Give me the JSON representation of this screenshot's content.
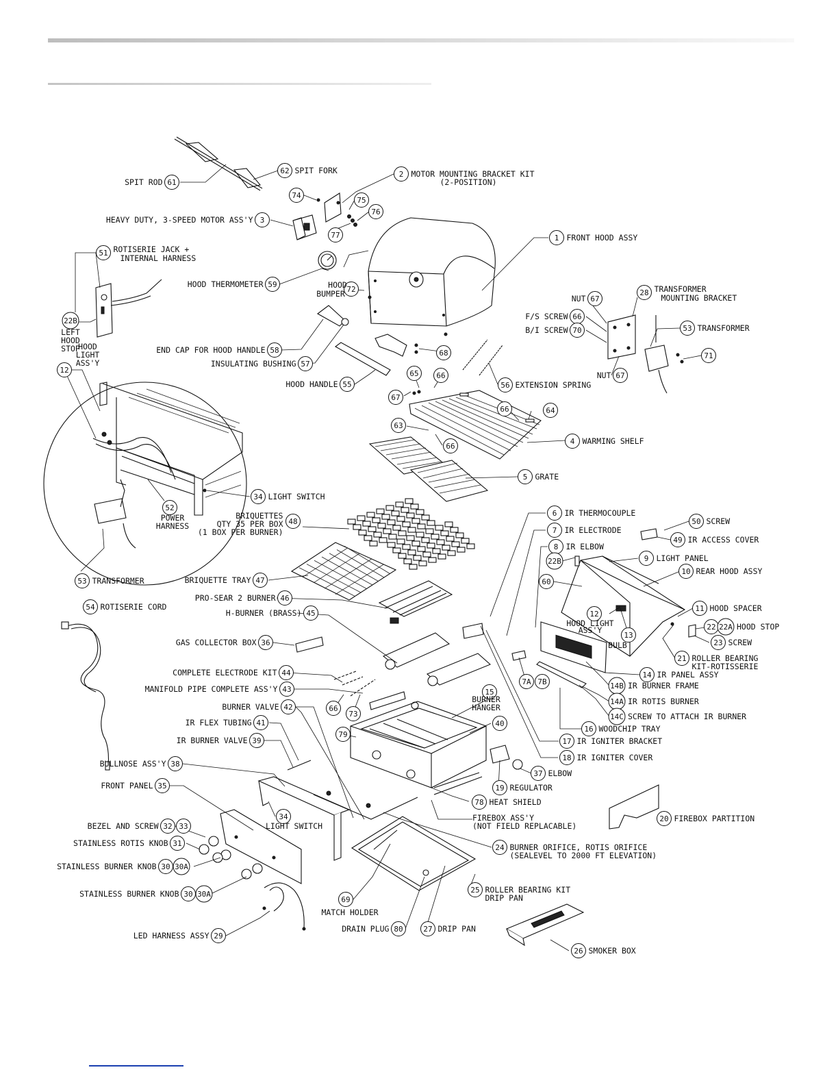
{
  "colors": {
    "rule_top": "#c8c8c8",
    "rule_second": "#d4d4d4",
    "line": "#111111",
    "footer_link": "#1a3fb0"
  },
  "callouts": [
    {
      "id": "c61",
      "num": "61",
      "label": "SPIT ROD"
    },
    {
      "id": "c62",
      "num": "62",
      "label": "SPIT FORK"
    },
    {
      "id": "c2",
      "num": "2",
      "label": "MOTOR MOUNTING BRACKET KIT",
      "label2": "(2-POSITION)"
    },
    {
      "id": "c74",
      "num": "74",
      "label": ""
    },
    {
      "id": "c75",
      "num": "75",
      "label": ""
    },
    {
      "id": "c76",
      "num": "76",
      "label": ""
    },
    {
      "id": "c77",
      "num": "77",
      "label": ""
    },
    {
      "id": "c3",
      "num": "3",
      "label": "HEAVY DUTY, 3-SPEED MOTOR ASS'Y"
    },
    {
      "id": "c1",
      "num": "1",
      "label": "FRONT HOOD ASSY"
    },
    {
      "id": "c51",
      "num": "51",
      "label": "ROTISERIE JACK +",
      "label2": "INTERNAL HARNESS"
    },
    {
      "id": "c59",
      "num": "59",
      "label": "HOOD THERMOMETER"
    },
    {
      "id": "c72",
      "num": "72",
      "label": "HOOD",
      "label2": "BUMPER"
    },
    {
      "id": "c28",
      "num": "28",
      "label": "TRANSFORMER",
      "label2": "MOUNTING BRACKET"
    },
    {
      "id": "c67a",
      "num": "67",
      "label": "NUT"
    },
    {
      "id": "c66a",
      "num": "66",
      "label": "F/S SCREW"
    },
    {
      "id": "c70",
      "num": "70",
      "label": "B/I SCREW"
    },
    {
      "id": "c53a",
      "num": "53",
      "label": "TRANSFORMER"
    },
    {
      "id": "c22b",
      "num": "22B",
      "label": "LEFT",
      "label2": "HOOD",
      "label3": "STOP"
    },
    {
      "id": "c58",
      "num": "58",
      "label": "END CAP FOR HOOD HANDLE"
    },
    {
      "id": "c57",
      "num": "57",
      "label": "INSULATING BUSHING"
    },
    {
      "id": "c68",
      "num": "68",
      "label": ""
    },
    {
      "id": "c71",
      "num": "71",
      "label": ""
    },
    {
      "id": "c67b",
      "num": "67",
      "label": "NUT"
    },
    {
      "id": "c12a",
      "num": "12",
      "label": "HOOD",
      "label2": "LIGHT",
      "label3": "ASS'Y"
    },
    {
      "id": "c55",
      "num": "55",
      "label": "HOOD HANDLE"
    },
    {
      "id": "c56",
      "num": "56",
      "label": "EXTENSION SPRING"
    },
    {
      "id": "c65",
      "num": "65",
      "label": ""
    },
    {
      "id": "c66b",
      "num": "66",
      "label": ""
    },
    {
      "id": "c67c",
      "num": "67",
      "label": ""
    },
    {
      "id": "c66c",
      "num": "66",
      "label": ""
    },
    {
      "id": "c64",
      "num": "64",
      "label": ""
    },
    {
      "id": "c63",
      "num": "63",
      "label": ""
    },
    {
      "id": "c66d",
      "num": "66",
      "label": ""
    },
    {
      "id": "c4",
      "num": "4",
      "label": "WARMING SHELF"
    },
    {
      "id": "c5",
      "num": "5",
      "label": "GRATE"
    },
    {
      "id": "c34a",
      "num": "34",
      "label": "LIGHT SWITCH"
    },
    {
      "id": "c52",
      "num": "52",
      "label": "POWER",
      "label2": "HARNESS"
    },
    {
      "id": "c48",
      "num": "48",
      "label": "BRIQUETTES",
      "label2": "QTY 35 PER BOX",
      "label3": "(1 BOX PER BURNER)"
    },
    {
      "id": "c6",
      "num": "6",
      "label": "IR THERMOCOUPLE"
    },
    {
      "id": "c50",
      "num": "50",
      "label": "SCREW"
    },
    {
      "id": "c7",
      "num": "7",
      "label": "IR ELECTRODE"
    },
    {
      "id": "c49",
      "num": "49",
      "label": "IR ACCESS COVER"
    },
    {
      "id": "c8",
      "num": "8",
      "label": "IR ELBOW"
    },
    {
      "id": "c9",
      "num": "9",
      "label": "LIGHT PANEL"
    },
    {
      "id": "c22b2",
      "num": "22B",
      "label": ""
    },
    {
      "id": "c10",
      "num": "10",
      "label": "REAR HOOD ASSY"
    },
    {
      "id": "c60",
      "num": "60",
      "label": ""
    },
    {
      "id": "c53b",
      "num": "53",
      "label": "TRANSFORMER"
    },
    {
      "id": "c47",
      "num": "47",
      "label": "BRIQUETTE TRAY"
    },
    {
      "id": "c46",
      "num": "46",
      "label": "PRO-SEAR 2 BURNER"
    },
    {
      "id": "c11",
      "num": "11",
      "label": "HOOD SPACER"
    },
    {
      "id": "c54",
      "num": "54",
      "label": "ROTISERIE CORD"
    },
    {
      "id": "c45",
      "num": "45",
      "label": "H-BURNER (BRASS)"
    },
    {
      "id": "c12b",
      "num": "12",
      "label": "HOOD LIGHT",
      "label2": "ASS'Y"
    },
    {
      "id": "c22",
      "num": "22",
      "label": ""
    },
    {
      "id": "c22a",
      "num": "22A",
      "label": "HOOD STOP"
    },
    {
      "id": "c13",
      "num": "13",
      "label": "BULB"
    },
    {
      "id": "c23",
      "num": "23",
      "label": "SCREW"
    },
    {
      "id": "c36",
      "num": "36",
      "label": "GAS COLLECTOR BOX"
    },
    {
      "id": "c21",
      "num": "21",
      "label": "ROLLER BEARING",
      "label2": "KIT-ROTISSERIE"
    },
    {
      "id": "c44",
      "num": "44",
      "label": "COMPLETE ELECTRODE KIT"
    },
    {
      "id": "c14",
      "num": "14",
      "label": "IR PANEL ASSY"
    },
    {
      "id": "c7a",
      "num": "7A",
      "label": ""
    },
    {
      "id": "c7b",
      "num": "7B",
      "label": ""
    },
    {
      "id": "c43",
      "num": "43",
      "label": "MANIFOLD PIPE COMPLETE ASS'Y"
    },
    {
      "id": "c14b",
      "num": "14B",
      "label": "IR BURNER FRAME"
    },
    {
      "id": "c15",
      "num": "15",
      "label": "BURNER",
      "label2": "HANGER"
    },
    {
      "id": "c66e",
      "num": "66",
      "label": ""
    },
    {
      "id": "c73",
      "num": "73",
      "label": ""
    },
    {
      "id": "c42",
      "num": "42",
      "label": "BURNER VALVE"
    },
    {
      "id": "c14a",
      "num": "14A",
      "label": "IR ROTIS BURNER"
    },
    {
      "id": "c14c",
      "num": "14C",
      "label": "SCREW TO ATTACH IR BURNER"
    },
    {
      "id": "c40",
      "num": "40",
      "label": ""
    },
    {
      "id": "c41",
      "num": "41",
      "label": "IR FLEX TUBING"
    },
    {
      "id": "c16",
      "num": "16",
      "label": "WOODCHIP TRAY"
    },
    {
      "id": "c79",
      "num": "79",
      "label": ""
    },
    {
      "id": "c39",
      "num": "39",
      "label": "IR BURNER VALVE"
    },
    {
      "id": "c17",
      "num": "17",
      "label": "IR IGNITER BRACKET"
    },
    {
      "id": "c38",
      "num": "38",
      "label": "BULLNOSE ASS'Y"
    },
    {
      "id": "c18",
      "num": "18",
      "label": "IR IGNITER COVER"
    },
    {
      "id": "c37",
      "num": "37",
      "label": "ELBOW"
    },
    {
      "id": "c35",
      "num": "35",
      "label": "FRONT PANEL"
    },
    {
      "id": "c19",
      "num": "19",
      "label": "REGULATOR"
    },
    {
      "id": "c78",
      "num": "78",
      "label": "HEAT SHIELD"
    },
    {
      "id": "c34b",
      "num": "34",
      "label": "LIGHT SWITCH"
    },
    {
      "id": "c20",
      "num": "20",
      "label": "FIREBOX PARTITION"
    },
    {
      "id": "cfb",
      "num": "",
      "label": "FIREBOX ASS'Y",
      "label2": "(NOT FIELD REPLACABLE)"
    },
    {
      "id": "c32",
      "num": "32",
      "label": "BEZEL AND SCREW"
    },
    {
      "id": "c33",
      "num": "33",
      "label": ""
    },
    {
      "id": "c31",
      "num": "31",
      "label": "STAINLESS ROTIS KNOB"
    },
    {
      "id": "c24",
      "num": "24",
      "label": "BURNER ORIFICE, ROTIS ORIFICE",
      "label2": "(SEALEVEL TO 2000 FT ELEVATION)"
    },
    {
      "id": "c30a",
      "num": "30",
      "label": "STAINLESS BURNER KNOB"
    },
    {
      "id": "c30aa",
      "num": "30A",
      "label": ""
    },
    {
      "id": "c30b",
      "num": "30",
      "label": "STAINLESS BURNER KNOB"
    },
    {
      "id": "c30ab",
      "num": "30A",
      "label": ""
    },
    {
      "id": "c25",
      "num": "25",
      "label": "ROLLER BEARING KIT",
      "label2": "DRIP PAN"
    },
    {
      "id": "c69",
      "num": "69",
      "label": "MATCH HOLDER"
    },
    {
      "id": "c80",
      "num": "80",
      "label": "DRAIN PLUG"
    },
    {
      "id": "c27",
      "num": "27",
      "label": "DRIP PAN"
    },
    {
      "id": "c29",
      "num": "29",
      "label": "LED HARNESS ASSY"
    },
    {
      "id": "c26",
      "num": "26",
      "label": "SMOKER BOX"
    }
  ]
}
